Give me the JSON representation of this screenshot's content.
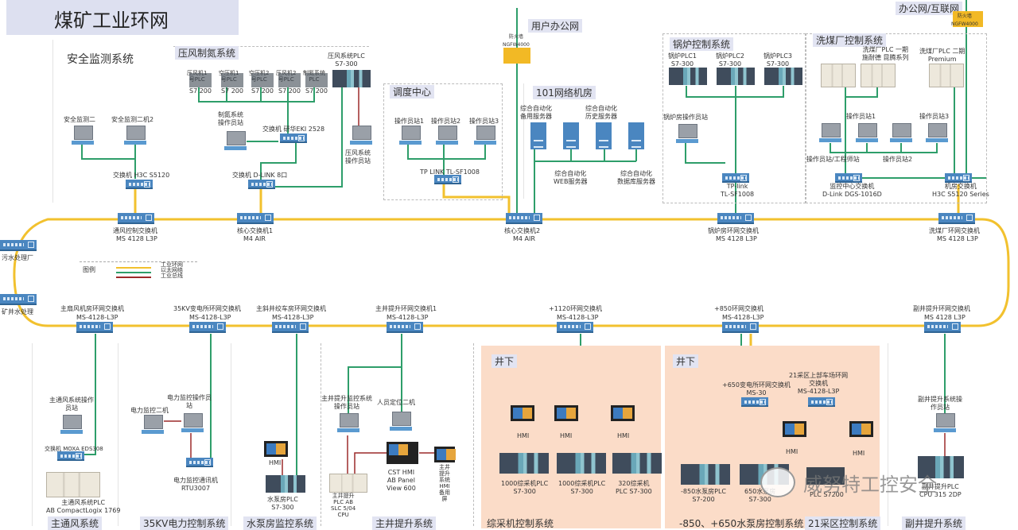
{
  "title": "煤矿工业环网",
  "legend": {
    "label": "图例",
    "items": [
      {
        "name": "工业环网",
        "color": "#f2c12e"
      },
      {
        "name": "以太网络",
        "color": "#2e9e6a"
      },
      {
        "name": "工业总线",
        "color": "#9c2a2a"
      }
    ]
  },
  "colors": {
    "ring": "#f2c12e",
    "ethernet": "#2e9e6a",
    "fieldbus": "#9c2a2a",
    "device": "#4a86c0",
    "underground_bg": "#fbdcc8"
  },
  "external": {
    "office_net": "用户办公网",
    "office_fw": "防火墙\nNGFW4000",
    "internet": "办公网/互联网",
    "internet_fw": "防火墙\nNGFW4000"
  },
  "top_sections": {
    "safety": {
      "label": "安全监测系统",
      "pcs": [
        "安全监测二",
        "安全监测二机2"
      ],
      "switch": "交换机 H3C S5120"
    },
    "compressor": {
      "label": "压风制氮系统",
      "plcs": [
        {
          "name": "压风机1\n号PLC",
          "model": "S7 200"
        },
        {
          "name": "空压机1\n号PLC",
          "model": "S7 200"
        },
        {
          "name": "空压机2\n号PLC",
          "model": "S7 200"
        },
        {
          "name": "压风机2\n号PLC",
          "model": "S7 200"
        },
        {
          "name": "制氮系统\nPLC",
          "model": "S7 200"
        }
      ],
      "main_plc": "压风系统PLC\nS7-300",
      "pc": "制氮系统\n操作员站",
      "switch1": "交换机 研华EKI 2528",
      "switch2": "交换机 D-LINK 8口",
      "op_pc": "压风系统\n操作员站"
    },
    "dispatch": {
      "label": "调度中心",
      "pcs": [
        "操作员站1",
        "操作员站2",
        "操作员站3"
      ],
      "switch": "TP LINK TL-SF1008"
    },
    "room101": {
      "label": "101网络机房",
      "servers": [
        "综合自动化\n备用服务器",
        "综合自动化\n历史服务器"
      ],
      "servers_bottom": [
        "综合自动化\nWEB服务器",
        "综合自动化\n数据库服务器"
      ]
    },
    "boiler": {
      "label": "锅炉控制系统",
      "plcs": [
        "锅炉PLC1\nS7-300",
        "锅炉PLC2\nS7-300",
        "锅炉PLC3\nS7-300"
      ],
      "pc": "锅炉房操作员站",
      "switch": "TP-link\nTL-SF1008"
    },
    "washery": {
      "label": "洗煤厂控制系统",
      "plc_group": "洗煤厂PLC 一期\n施耐德 昆腾系列",
      "plc_single": "洗煤厂PLC 二期\nPremium",
      "pcs": [
        "操作员站1",
        "操作员站3"
      ],
      "pc_labels": [
        "操作员站/工程师站",
        "操作员站2"
      ],
      "switch1": "监控中心交换机\nD-Link DGS-1016D",
      "switch2": "机房交换机\nH3C S5120 Series"
    }
  },
  "ring_switches_top": [
    {
      "name": "通风控制交换机",
      "model": "MS 4128 L3P"
    },
    {
      "name": "核心交换机1",
      "model": "M4 AIR"
    },
    {
      "name": "核心交换机2",
      "model": "M4 AIR"
    },
    {
      "name": "锅炉房环网交换机",
      "model": "MS 4128 L3P"
    },
    {
      "name": "洗煤厂环网交换机",
      "model": "MS 4128 L3P"
    }
  ],
  "ring_switches_left": [
    {
      "name": "污水处理厂"
    },
    {
      "name": "矿井水处理"
    }
  ],
  "ring_switches_bottom": [
    {
      "name": "主扇风机房环网交换机",
      "model": "MS-4128-L3P"
    },
    {
      "name": "35KV变电所环网交换机",
      "model": "MS-4128-L3P"
    },
    {
      "name": "主斜井绞车房环网交换机",
      "model": "MS-4128-L3P"
    },
    {
      "name": "主井提升环网交换机1",
      "model": "MS-4128-L3P"
    },
    {
      "name": "+1120环网交换机",
      "model": "MS-4128-L3P"
    },
    {
      "name": "+850环网交换机",
      "model": "MS-4128-L3P"
    },
    {
      "name": "副井提升环网交换机",
      "model": "MS 4128 L3P"
    }
  ],
  "bottom_sections": {
    "ventilation": {
      "label": "主通风系统",
      "pc": "主通风系统操作\n员站",
      "switch": "交换机 MOXA EDS308",
      "plc": "主通风系统PLC\nAB CompactLogix 1769"
    },
    "power35kv": {
      "label": "35KV电力控制系统",
      "pc1": "电力监控二机",
      "pc2": "电力监控操作员\n站",
      "device": "电力监控通讯机\nRTU3007"
    },
    "pumphouse": {
      "label": "水泵房监控系统",
      "hmi": "HMI",
      "plc": "水泵房PLC\nS7-300"
    },
    "mainhoist": {
      "label": "主井提升系统",
      "pc1": "主井提升监控系统\n操作员站",
      "pc2": "人员定位二机",
      "plc": "主井提升\nPLC AB\nSLC 5/04\nCPU",
      "hmi1": "CST HMI\nAB Panel\nView 600",
      "hmi2": "主井\n提升\n系统\nHMI\n备用\n屏"
    },
    "coalmining": {
      "area": "井下",
      "label": "综采机控制系统",
      "hmi_tags": [
        "HMI",
        "HMI",
        "HMI"
      ],
      "plcs": [
        "1000综采机PLC\nS7-300",
        "1000综采机PLC\nS7-300",
        "320综采机\nPLC S7-300"
      ]
    },
    "underground_pump": {
      "area": "井下",
      "label": "-850、+650水泵房控制系统",
      "switch": "+650变电所环网交换机\nMS-30",
      "plc1": "-850水泵房PLC\nS7-200",
      "plc2": "650水泵房\nS7-300",
      "hmi_tag": "HMI"
    },
    "mining21": {
      "label": "21采区控制系统",
      "switch": "21采区上部车场环网\n交换机\nMS-4128-L3P",
      "plc": "PLC S7200",
      "hmi_tag": "HMI"
    },
    "auxhoist": {
      "label": "副井提升系统",
      "pc": "副井提升系统操\n作员站",
      "plc": "副井提升PLC\nCPU 315 2DP"
    }
  },
  "watermark": "威努特工控安全"
}
